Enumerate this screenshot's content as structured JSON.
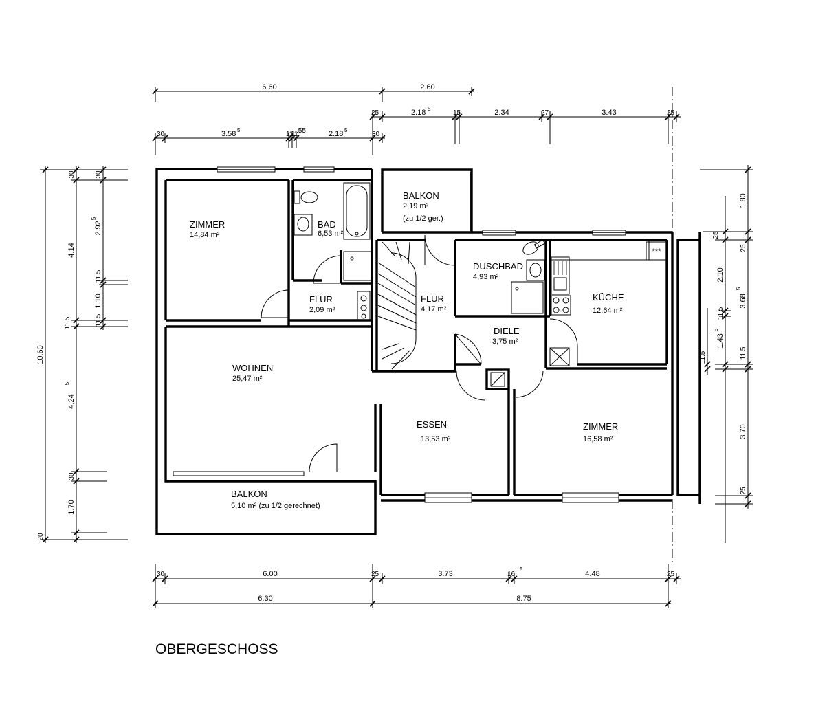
{
  "title": "OBERGESCHOSS",
  "rooms": {
    "zimmer1": {
      "name": "ZIMMER",
      "area": "14,84 m²"
    },
    "bad": {
      "name": "BAD",
      "area": "6,53 m²"
    },
    "balkon_top": {
      "name": "BALKON",
      "area": "2,19 m²",
      "note": "(zu 1/2 ger.)"
    },
    "duschbad": {
      "name": "DUSCHBAD",
      "area": "4,93 m²"
    },
    "kueche": {
      "name": "KÜCHE",
      "area": "12,64 m²"
    },
    "flur1": {
      "name": "FLUR",
      "area": "2,09 m²"
    },
    "flur2": {
      "name": "FLUR",
      "area": "4,17 m²"
    },
    "diele": {
      "name": "DIELE",
      "area": "3,75 m²"
    },
    "wohnen": {
      "name": "WOHNEN",
      "area": "25,47 m²"
    },
    "essen": {
      "name": "ESSEN",
      "area": "13,53 m²"
    },
    "zimmer2": {
      "name": "ZIMMER",
      "area": "16,58 m²"
    },
    "balkon_bottom": {
      "name": "BALKON",
      "area": "5,10 m² (zu 1/2 gerechnet)"
    }
  },
  "kitchen_mark": "***",
  "dims": {
    "top1": {
      "a": "6.60",
      "b": "2.60"
    },
    "top2": {
      "a": "25",
      "b_main": "2.18",
      "b_sup": "5",
      "c": "15",
      "d": "2.34",
      "e": "27",
      "f": "3.43",
      "g": "25"
    },
    "top3": {
      "a": "30",
      "b_main": "3.58",
      "b_sup": "5",
      "c": "11",
      "d": "11",
      "e": ".55",
      "f_main": "2.18",
      "f_sup": "5",
      "g": "30"
    },
    "left_outer": "10.60",
    "left_mid": {
      "a": "30",
      "b": "4.14",
      "c": "11.5",
      "d": "4.24",
      "d_sup": "5",
      "e": "30",
      "f": "1.70",
      "g": "20"
    },
    "left_inner": {
      "a": "30",
      "b": "2.92",
      "b_sup": "5",
      "c": "11.5",
      "d": "1.10",
      "e": "11.5"
    },
    "right_outer": {
      "a": "1.80",
      "b": "25",
      "c": "3.68",
      "c_sup": "5",
      "d": "11.5",
      "e": "3.70",
      "f": "25"
    },
    "right_inner": {
      "a": "25",
      "b": "2.10",
      "c": "11.5",
      "d": "1.43",
      "d_sup": "5",
      "e": "11.5"
    },
    "bottom1": {
      "a": "30",
      "b": "6.00",
      "c": "25",
      "d": "3.73",
      "e_main": "16.",
      "e_sup": "5",
      "f": "4.48",
      "g": "25"
    },
    "bottom2": {
      "a": "6.30",
      "b": "8.75"
    }
  }
}
